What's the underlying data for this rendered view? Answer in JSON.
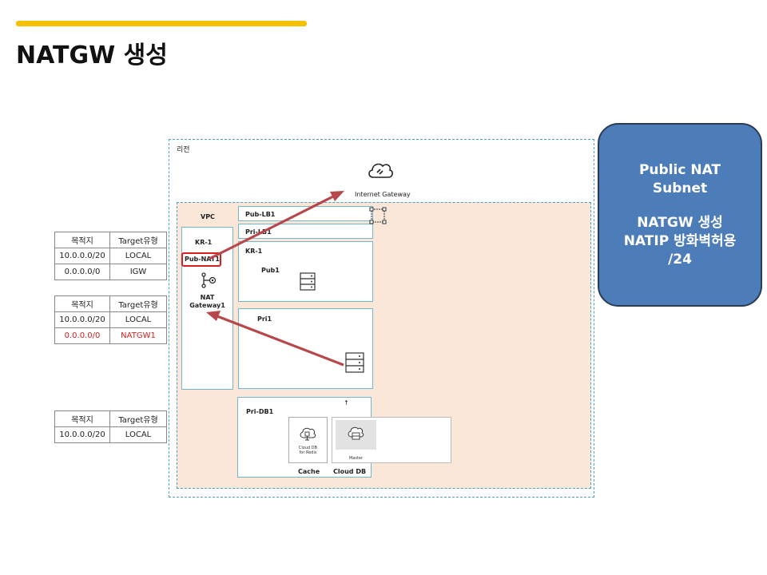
{
  "title": "NATGW 생성",
  "region_label": "리전",
  "internet_gateway_label": "Internet Gateway",
  "vpc_label": "VPC",
  "kr1_left_label": "KR-1",
  "pub_nat_label": "Pub-NAT1",
  "nat_gateway_label_1": "NAT",
  "nat_gateway_label_2": "Gateway1",
  "pub_lb_label": "Pub-LB1",
  "pri_lb_label": "Pri-LB1",
  "kr1_right_label": "KR-1",
  "pub1_label": "Pub1",
  "pri1_label": "Pri1",
  "pri_db_label": "Pri-DB1",
  "redis_label_1": "Cloud DB",
  "redis_label_2": "for Redis",
  "master_label": "Master",
  "cache_label": "Cache",
  "cloud_db_label": "Cloud DB",
  "route_tables": [
    {
      "header": [
        "목적지",
        "Target유형"
      ],
      "rows": [
        {
          "dest": "10.0.0.0/20",
          "target": "LOCAL",
          "highlight": false
        },
        {
          "dest": "0.0.0.0/0",
          "target": "IGW",
          "highlight": false
        }
      ]
    },
    {
      "header": [
        "목적지",
        "Target유형"
      ],
      "rows": [
        {
          "dest": "10.0.0.0/20",
          "target": "LOCAL",
          "highlight": false
        },
        {
          "dest": "0.0.0.0/0",
          "target": "NATGW1",
          "highlight": true
        }
      ]
    },
    {
      "header": [
        "목적지",
        "Target유형"
      ],
      "rows": [
        {
          "dest": "10.0.0.0/20",
          "target": "LOCAL",
          "highlight": false
        }
      ]
    }
  ],
  "callout": {
    "line1": "Public NAT",
    "line2": "Subnet",
    "line3": "NATGW 생성",
    "line4": "NATIP 방화벽허용",
    "line5": "/24"
  },
  "colors": {
    "accent": "#f5c000",
    "arrow": "#b8474c",
    "highlight_text": "#d42020",
    "callout_fill": "#4d7db9",
    "vpc_fill": "#fbe7d8"
  }
}
